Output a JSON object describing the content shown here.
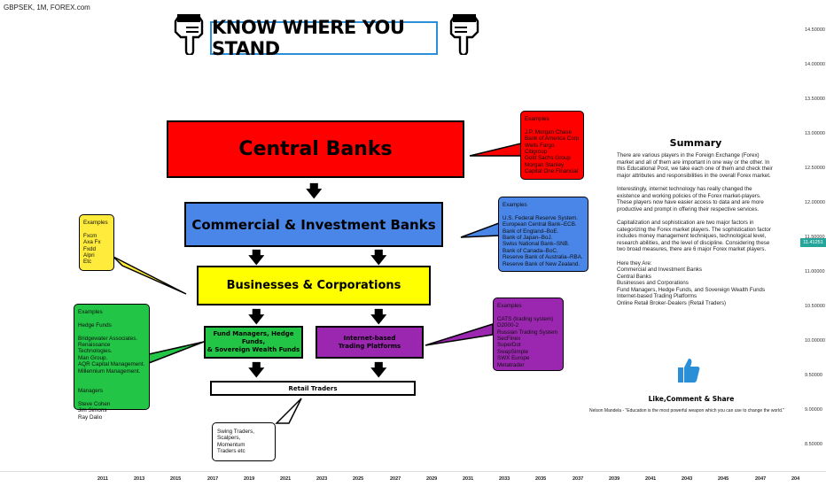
{
  "symbol_label": "GBPSEK, 1M, FOREX.com",
  "title": "KNOW WHERE YOU STAND",
  "boxes": {
    "central_banks": "Central Banks",
    "commercial": "Commercial & Investment Banks",
    "businesses": "Businesses & Corporations",
    "fund_managers": "Fund Managers, Hedge Funds,\n& Sovereign Wealth Funds",
    "internet_platforms": "Internet-based\nTrading Platforms",
    "retail": "Retail Traders"
  },
  "callouts": {
    "red": "Examples\n\nJ.P. Morgan Chase\nBank of America Corp\nWells Fargo\nCitigroup\nGold Sachs Group\nMorgan Stanley\nCapital One Financial",
    "blue": "Examples\n\nU.S. Federal Reserve System.\nEuropean Central Bank–ECB.\nBank of England–BoE.\nBank of Japan–BoJ.\nSwiss National Bank–SNB.\nBank of Canada–BoC.\nReserve Bank of Australia–RBA.\nReserve Bank of New Zealand.",
    "yellow": "Examples\n\nFxcm\nAxa Fx\nFxdd\nAlpri\nEtc",
    "green": "Examples\n\nHedge Funds\n\nBridgewater Associates.\nRenaissance Technologies.\nMan Group.\nAQR Capital Management.\nMillennium Management.\n\n\nManagers\n\nSteve Cohen\nJim Simons\nRay Dalio",
    "purple": "Examples\n\nCATS (trading system)\nD2000-2\nRussian Trading System\nSecFinex\nSuperDot\nSwapSimple\nSWX Europe\nMetatrader",
    "white": "Swing Traders,\nScalpers,\nMomentum\nTraders etc"
  },
  "summary": {
    "heading": "Summary",
    "paragraphs": [
      "There are various players in the Foreign Exchange (Forex) market and all of them are important in one way or the other. In this Educational Post, we take each one of them and check their major attributes and responsibilities in the overall Forex market.",
      "Interestingly, internet technology has really changed the existence and working policies of the Forex market-players. These players now have easier access to data and are more productive and prompt in offering their respective services.",
      "Capitalization and sophistication are two major factors in categorizing the Forex market players. The sophistication factor includes money management techniques, technological level, research abilities, and the level of discipline. Considering these two broad measures, there are 6 major Forex market players."
    ],
    "list_intro": "Here they Are:",
    "list": [
      "Commercial and Investment Banks",
      "Central Banks",
      "Businesses and Corporations",
      "Fund Managers, Hedge Funds, and Sovereign Wealth Funds",
      "Internet-based Trading Platforms",
      "Online Retail Broker-Dealers (Retail Traders)"
    ]
  },
  "like_label": "Like,Comment & Share",
  "quote": "Nelson Mandela - \"Education is the most powerful weapon which you can use to change the world.\"",
  "price_axis": [
    "14.50000",
    "14.00000",
    "13.50000",
    "13.00000",
    "12.50000",
    "12.00000",
    "11.50000",
    "11.00000",
    "10.50000",
    "10.00000",
    "9.50000",
    "9.00000",
    "8.50000"
  ],
  "current_price": "11.41251",
  "time_axis": [
    "2011",
    "2013",
    "2015",
    "2017",
    "2019",
    "2021",
    "2023",
    "2025",
    "2027",
    "2029",
    "2031",
    "2033",
    "2035",
    "2037",
    "2039",
    "2041",
    "2043",
    "2045",
    "2047",
    "204"
  ],
  "colors": {
    "red": "#ff0000",
    "blue": "#4a86e8",
    "yellow": "#ffff00",
    "green": "#22c545",
    "purple": "#9b27b0",
    "title_border": "#2a8fd6",
    "like_icon": "#2a8fd6"
  },
  "icons": [
    "pointing-hand-icon",
    "thumbs-up-icon",
    "down-arrow-icon"
  ]
}
